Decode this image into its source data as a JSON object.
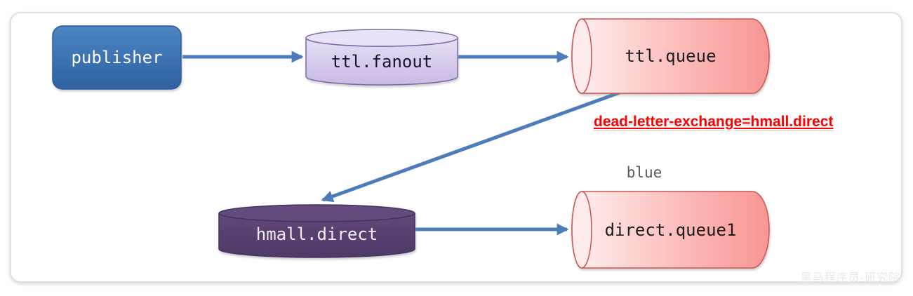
{
  "diagram": {
    "type": "messaging-architecture",
    "nodes": {
      "publisher": {
        "label": "publisher",
        "shape": "rounded-rect",
        "role": "producer"
      },
      "ttl_fanout": {
        "label": "ttl.fanout",
        "shape": "vertical-cylinder",
        "role": "exchange"
      },
      "ttl_queue": {
        "label": "ttl.queue",
        "shape": "horizontal-cylinder",
        "role": "queue"
      },
      "hmall_direct": {
        "label": "hmall.direct",
        "shape": "vertical-cylinder",
        "role": "exchange"
      },
      "direct_queue1": {
        "label": "direct.queue1",
        "shape": "horizontal-cylinder",
        "role": "queue"
      }
    },
    "edges": [
      {
        "from": "publisher",
        "to": "ttl_fanout"
      },
      {
        "from": "ttl_fanout",
        "to": "ttl_queue"
      },
      {
        "from": "ttl_queue",
        "to": "hmall_direct",
        "note": "dead-letter routing"
      },
      {
        "from": "hmall_direct",
        "to": "direct_queue1"
      }
    ],
    "annotations": {
      "dead_letter_exchange": {
        "text": "dead-letter-exchange=hmall.direct",
        "color": "#ff0000"
      },
      "routing_key": {
        "text": "blue",
        "color": "#595959"
      },
      "watermark": {
        "text": "黑马程序员-研究院",
        "color": "#ece6e6"
      }
    },
    "colors": {
      "arrow": "#4d7db8",
      "publisher_fill_top": "#4d85c3",
      "publisher_fill_bottom": "#2e61a0",
      "fanout_fill": "#ded2ef",
      "fanout_border": "#7d6ba5",
      "direct_fill": "#5b4473",
      "direct_border": "#453263",
      "queue_fill_light": "#fdf2f1",
      "queue_fill_dark": "#f99593",
      "queue_border": "#cb5553",
      "frame_border": "#d9d9d9"
    }
  }
}
